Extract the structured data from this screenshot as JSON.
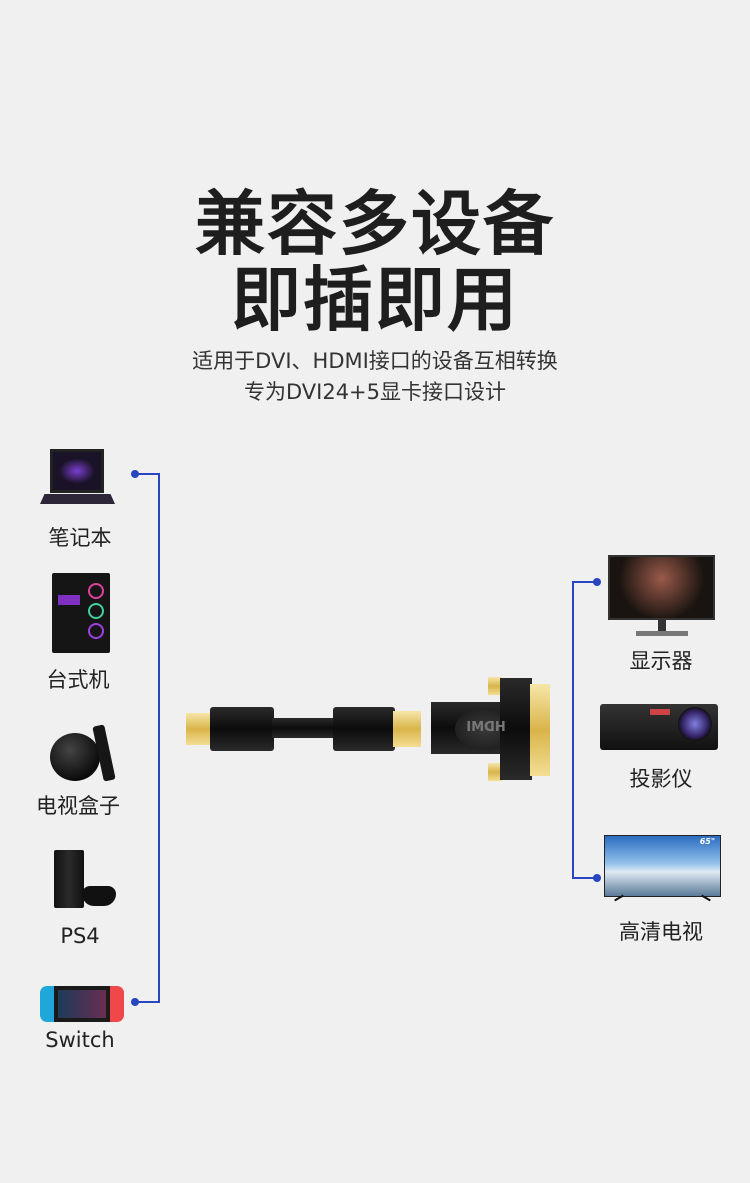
{
  "headline": {
    "line1": "兼容多设备",
    "line2": "即插即用"
  },
  "subtitle": {
    "line1": "适用于DVI、HDMI接口的设备互相转换",
    "line2": "专为DVI24+5显卡接口设计"
  },
  "sources": [
    {
      "label": "笔记本",
      "icon": "laptop-icon"
    },
    {
      "label": "台式机",
      "icon": "desktop-pc-icon"
    },
    {
      "label": "电视盒子",
      "icon": "tv-box-icon"
    },
    {
      "label": "PS4",
      "icon": "ps4-icon"
    },
    {
      "label": "Switch",
      "icon": "switch-console-icon"
    }
  ],
  "displays": [
    {
      "label": "显示器",
      "icon": "monitor-icon"
    },
    {
      "label": "投影仪",
      "icon": "projector-icon"
    },
    {
      "label": "高清电视",
      "icon": "tv-icon",
      "badge": "65\""
    }
  ],
  "adapter": {
    "label": "HDMI"
  },
  "colors": {
    "line": "#2746c0",
    "background": "#f0f0f0"
  }
}
